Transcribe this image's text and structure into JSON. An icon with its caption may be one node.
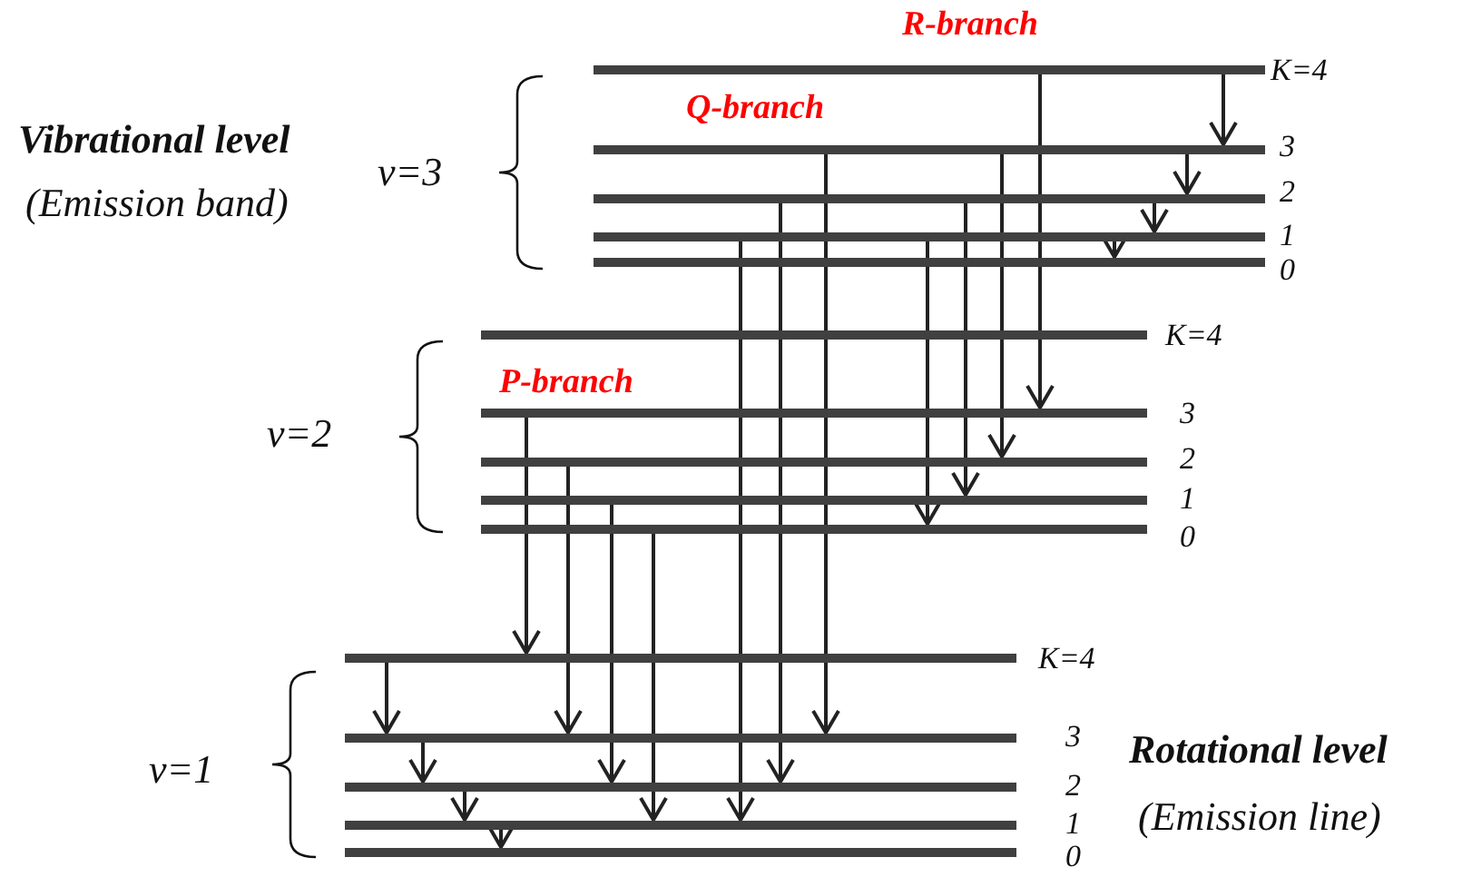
{
  "diagram": {
    "nodes": [
      {
        "text": [],
        "shape": "bar",
        "beside": [
          "K=4"
        ]
      },
      {
        "text": [],
        "shape": "bar",
        "beside": [
          "3"
        ]
      },
      {
        "text": [],
        "shape": "bar",
        "beside": [
          "2"
        ]
      },
      {
        "text": [],
        "shape": "bar",
        "beside": [
          "1"
        ]
      },
      {
        "text": [],
        "shape": "bar",
        "beside": [
          "0"
        ]
      },
      {
        "text": [],
        "shape": "bar",
        "beside": [
          "K=4"
        ]
      },
      {
        "text": [],
        "shape": "bar",
        "beside": [
          "3"
        ]
      },
      {
        "text": [],
        "shape": "bar",
        "beside": [
          "2"
        ]
      },
      {
        "text": [],
        "shape": "bar",
        "beside": [
          "1"
        ]
      },
      {
        "text": [],
        "shape": "bar",
        "beside": [
          "0"
        ]
      },
      {
        "text": [],
        "shape": "bar",
        "beside": [
          "K=4"
        ]
      },
      {
        "text": [],
        "shape": "bar",
        "beside": [
          "3"
        ]
      },
      {
        "text": [],
        "shape": "bar",
        "beside": [
          "2"
        ]
      },
      {
        "text": [],
        "shape": "bar",
        "beside": [
          "1"
        ]
      },
      {
        "text": [],
        "shape": "bar",
        "beside": [
          "0"
        ]
      }
    ],
    "edges": [
      {
        "from": 0,
        "to": 1,
        "arrow": "to"
      },
      {
        "from": 1,
        "to": 2,
        "arrow": "to"
      },
      {
        "from": 2,
        "to": 3,
        "arrow": "to"
      },
      {
        "from": 3,
        "to": 4,
        "arrow": "to"
      },
      {
        "from": 0,
        "to": 6,
        "arrow": "to"
      },
      {
        "from": 1,
        "to": 7,
        "arrow": "to"
      },
      {
        "from": 2,
        "to": 8,
        "arrow": "to"
      },
      {
        "from": 3,
        "to": 9,
        "arrow": "to"
      },
      {
        "from": 1,
        "to": 11,
        "arrow": "to"
      },
      {
        "from": 2,
        "to": 12,
        "arrow": "to"
      },
      {
        "from": 3,
        "to": 13,
        "arrow": "to"
      },
      {
        "from": 6,
        "to": 10,
        "arrow": "to"
      },
      {
        "from": 7,
        "to": 11,
        "arrow": "to"
      },
      {
        "from": 8,
        "to": 12,
        "arrow": "to"
      },
      {
        "from": 9,
        "to": 13,
        "arrow": "to"
      },
      {
        "from": 10,
        "to": 11,
        "arrow": "to"
      },
      {
        "from": 11,
        "to": 12,
        "arrow": "to"
      },
      {
        "from": 12,
        "to": 13,
        "arrow": "to"
      },
      {
        "from": 13,
        "to": 14,
        "arrow": "to"
      }
    ],
    "labels": [
      "R-branch",
      "Vibrational level",
      "v=3",
      "Q-branch",
      "(Emission band)",
      "v=2",
      "P-branch",
      "v=1",
      "Rotational level",
      "(Emission line)"
    ]
  }
}
